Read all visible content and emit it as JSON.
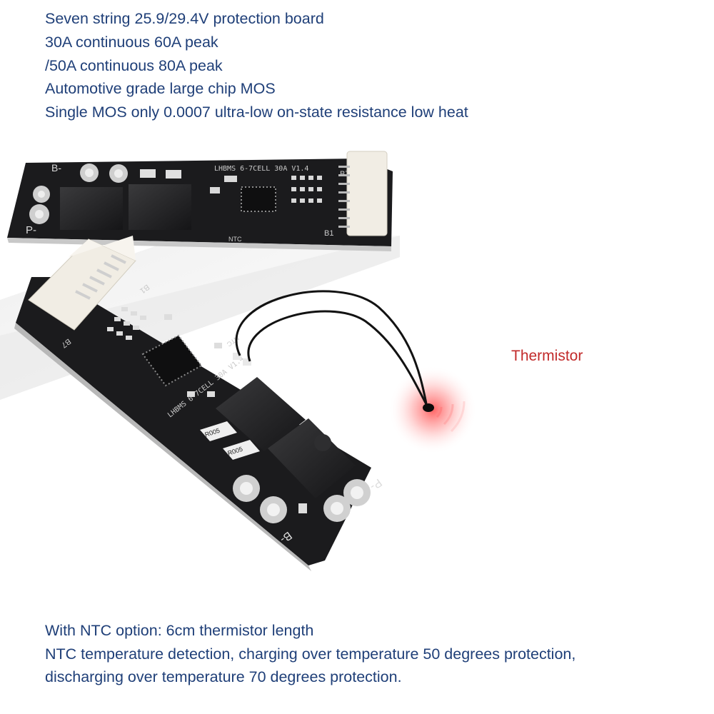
{
  "specs": {
    "lines": [
      "Seven string 25.9/29.4V protection board",
      "30A continuous 60A peak",
      "/50A continuous 80A peak",
      "Automotive grade large chip MOS",
      "Single MOS only 0.0007 ultra-low on-state resistance low heat"
    ]
  },
  "callout": {
    "thermistor": "Thermistor"
  },
  "ntc": {
    "lines": [
      "With NTC option: 6cm thermistor length",
      "NTC temperature detection, charging over temperature 50 degrees protection,",
      "discharging over temperature 70 degrees protection."
    ]
  },
  "board_top": {
    "pad_labels": [
      "B-",
      "P-"
    ],
    "silkscreen": "LHBMS 6-7CELL 30A V1.4",
    "connector_labels": [
      "B7",
      "B1"
    ],
    "ntc_label": "NTC"
  },
  "board_front": {
    "pad_labels": [
      "B-",
      "P-"
    ],
    "silkscreen": "LHBMS 6-7CELL 30A V1.4",
    "connector_labels": [
      "B1",
      "B7"
    ],
    "ntc_label": "NTC",
    "resistor_codes": [
      "R005",
      "R005"
    ]
  },
  "colors": {
    "text": "#1f3f78",
    "callout": "#c22a2a",
    "pcb": "#1b1b1d",
    "connector": "#f1ede4",
    "heat_glow": "#ff3030"
  }
}
